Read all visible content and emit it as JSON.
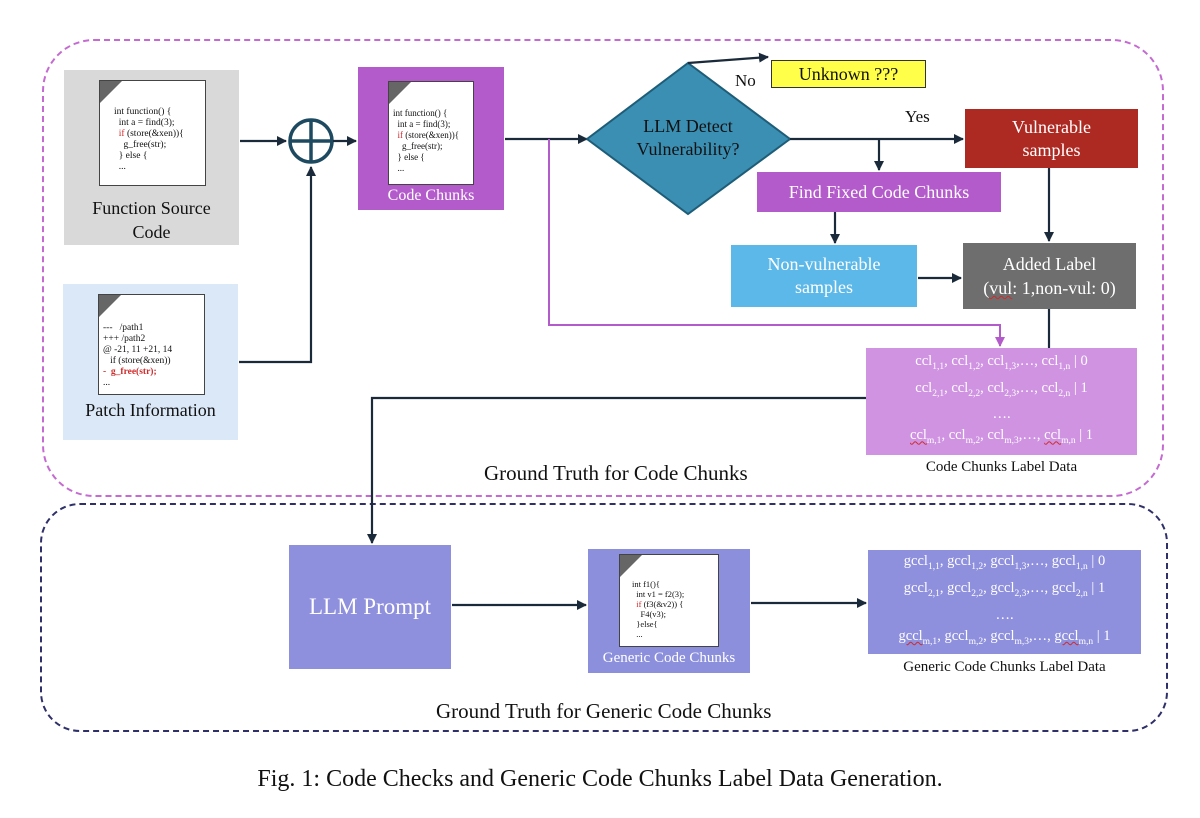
{
  "regions": {
    "top_title": "Ground Truth for Code Chunks",
    "bottom_title": "Ground Truth for Generic Code Chunks"
  },
  "function_source": {
    "label_line1": "Function Source",
    "label_line2": "Code",
    "code": [
      "int function() {",
      "  int a = find(3);",
      "  if (store(&xen)){",
      "    g_free(str);",
      "  } else {",
      "  ..."
    ]
  },
  "patch_info": {
    "label": "Patch Information",
    "code": [
      "---   /path1",
      "+++ /path2",
      "@ -21, 11 +21, 14",
      "   if (store(&xen))",
      "-  g_free(str);",
      "..."
    ]
  },
  "code_chunks": {
    "label": "Code Chunks",
    "code": [
      "int function() {",
      "  int a = find(3);",
      "  if (store(&xen)){",
      "    g_free(str);",
      "  } else {",
      "  ..."
    ]
  },
  "decision": {
    "line1": "LLM Detect",
    "line2": "Vulnerability?",
    "no_label": "No",
    "yes_label": "Yes"
  },
  "unknown": "Unknown ???",
  "vulnerable": {
    "line1": "Vulnerable",
    "line2": "samples"
  },
  "find_fixed": "Find Fixed Code Chunks",
  "non_vulnerable": {
    "line1": "Non-vulnerable",
    "line2": "samples"
  },
  "added_label": {
    "line1": "Added Label",
    "line2_pre": "(",
    "line2_vul": "vul",
    "line2_post": ": 1,non-vul: 0)"
  },
  "cc_label_data": {
    "caption": "Code Chunks Label Data",
    "dots": "….",
    "end1": "| 0",
    "end2": "| 1",
    "endm": "| 1"
  },
  "llm_prompt": "LLM Prompt",
  "generic_code_chunks": {
    "label": "Generic Code Chunks",
    "code": [
      "int f1(){",
      "  int v1 = f2(3);",
      "  if (f3(&v2)) {",
      "    F4(v3);",
      "  }else{",
      "  ..."
    ]
  },
  "gcc_label_data": {
    "caption": "Generic Code Chunks Label Data",
    "dots": "….",
    "end1": "| 0",
    "end2": "| 1",
    "endm": "| 1"
  },
  "figure_caption": "Fig. 1: Code Checks and Generic Code Chunks Label Data Generation.",
  "colors": {
    "top_region_border": "#c46ad1",
    "bottom_region_border": "#2f2f6a",
    "code_chunks": "#b45bcc",
    "decision": "#3b8fb3",
    "vulnerable": "#ad2a22",
    "non_vulnerable": "#5bb8e8",
    "added_label": "#6e6e6e",
    "unknown": "#ffff4a",
    "generic": "#8e8fdd"
  }
}
